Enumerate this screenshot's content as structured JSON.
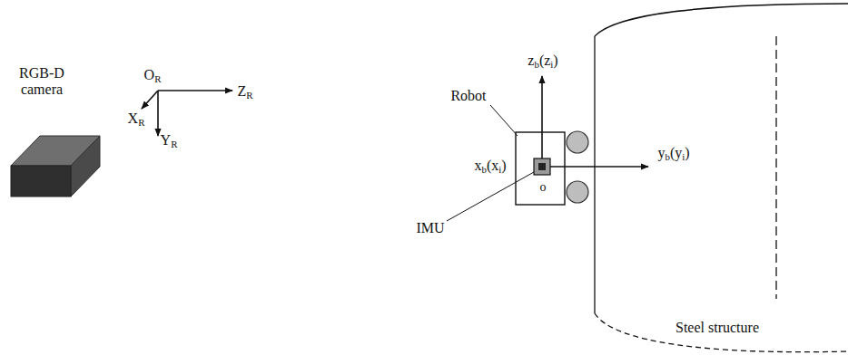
{
  "diagram": {
    "nodes": [
      {
        "text": [
          "RGB-D camera"
        ]
      },
      {
        "text": [
          "Steel structure"
        ]
      }
    ],
    "labels": [
      "OR",
      "ZR",
      "XR",
      "YR",
      "Robot",
      "zb(zi)",
      "xb(xi)",
      "yb(yi)",
      "IMU",
      "o"
    ]
  }
}
